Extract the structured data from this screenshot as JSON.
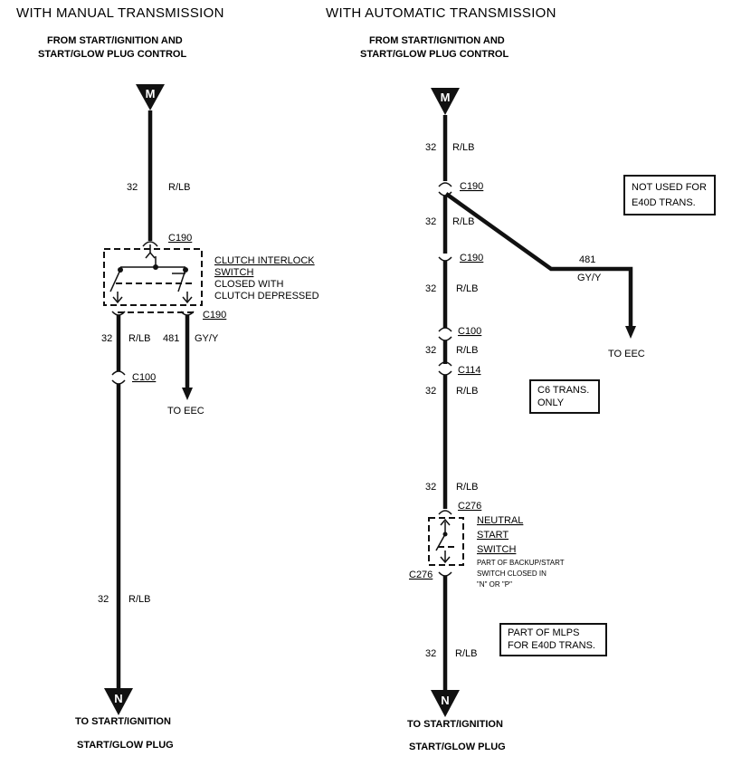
{
  "headers": {
    "manual": "WITH MANUAL TRANSMISSION",
    "automatic": "WITH AUTOMATIC TRANSMISSION"
  },
  "source_label": {
    "line1": "FROM START/IGNITION AND",
    "line2": "START/GLOW PLUG CONTROL"
  },
  "destination_label": {
    "line1": "TO START/IGNITION",
    "line2": "START/GLOW PLUG"
  },
  "terminals": {
    "top": "M",
    "bottom": "N"
  },
  "circuit": {
    "main_num": "32",
    "main_color": "R/LB",
    "eec_num": "481",
    "eec_color": "GY/Y",
    "to_eec": "TO EEC"
  },
  "connectors": {
    "c190": "C190",
    "c100": "C100",
    "c114": "C114",
    "c276": "C276"
  },
  "clutch_switch": {
    "line1": "CLUTCH INTERLOCK",
    "line2": "SWITCH",
    "line3": "CLOSED WITH",
    "line4": "CLUTCH DEPRESSED"
  },
  "neutral_switch": {
    "line1": "NEUTRAL",
    "line2": "START",
    "line3": "SWITCH",
    "note1": "PART OF BACKUP/START",
    "note2": "SWITCH CLOSED IN",
    "note3": "\"N\" OR \"P\""
  },
  "notes": {
    "e40d_1": "NOT USED FOR",
    "e40d_2": "E40D TRANS.",
    "c6_1": "C6 TRANS.",
    "c6_2": "ONLY",
    "mlps_1": "PART OF MLPS",
    "mlps_2": "FOR E40D TRANS."
  }
}
